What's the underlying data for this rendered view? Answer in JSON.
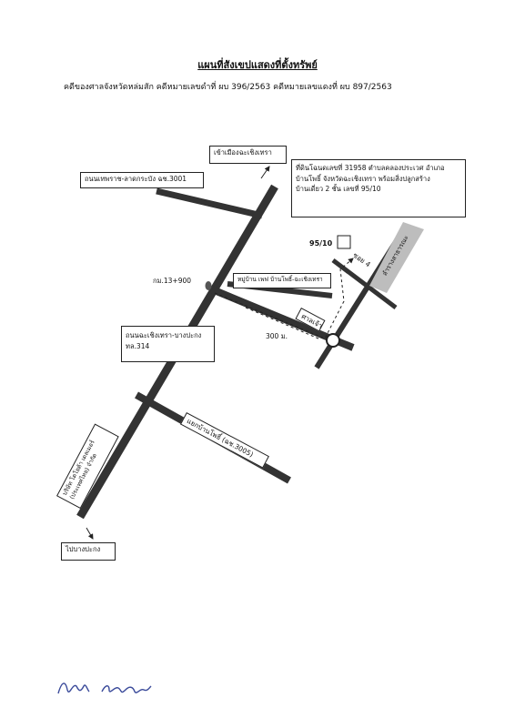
{
  "header": {
    "title": "แผนที่สังเขปแสดงที่ตั้งทรัพย์",
    "subtitle": "คดีของศาลจังหวัดหล่มสัก คดีหมายเลขดำที่ ผบ 396/2563 คดีหมายเลขแดงที่ ผบ 897/2563"
  },
  "map": {
    "to_city": "เข้าเมืองฉะเชิงเทรา",
    "road_3001": "ถนนเทพราช-ลาดกระบัง ฉช.3001",
    "property_line1": "ที่ดินโฉนดเลขที่ 31958 ตำบลคลองประเวศ อำเภอ",
    "property_line2": "บ้านโพธิ์ จังหวัดฉะเชิงเทรา พร้อมสิ่งปลูกสร้าง",
    "property_line3": "บ้านเดี่ยว 2 ชั้น เลขที่ 95/10",
    "house_no": "95/10",
    "soi": "ซอย 4",
    "pond": "ลำรางสาธารณะ",
    "km_marker": "กม.13+900",
    "village": "หมู่บ้าน เพฟ บ้านโพธิ์-ฉะเชิงเทรา",
    "sanmai": "ศาลเจ้า",
    "distance": "300 ม.",
    "main_road_line1": "ถนนฉะเชิงเทรา-บางปะกง",
    "main_road_line2": "ทล.314",
    "junction": "แยกบ้านโพธิ์ (ฉช.3005)",
    "company_line1": "บริษัท โตโยต้า เดลเมอร์",
    "company_line2": "(ประเทศไทย) จำกัด",
    "to_bangpakong": "ไปบางปะกง"
  },
  "signature": "รินภร เหลื่อมทอง"
}
